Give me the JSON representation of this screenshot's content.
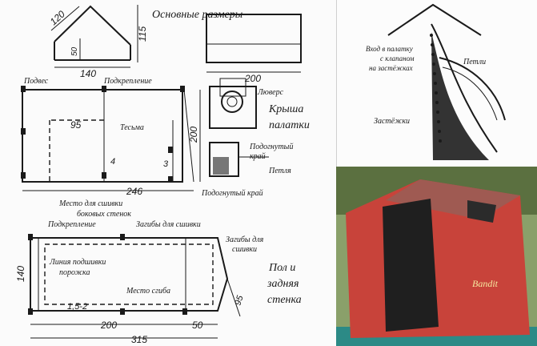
{
  "left_diagram": {
    "main_sizes_title": "Основные размеры",
    "dims": {
      "roof_slope": "120",
      "height": "115",
      "wall": "50",
      "width": "140",
      "length": "200",
      "side_246": "246",
      "side_95": "95",
      "side_200": "200",
      "gap_4": "4",
      "gap_3": "3",
      "floor_140": "140",
      "seam": "1,5-2",
      "floor_200": "200",
      "floor_315": "315",
      "floor_50": "50",
      "floor_95": "95"
    },
    "labels": {
      "podves": "Подвес",
      "podkreplenie": "Подкрепление",
      "lyuvers": "Люверс",
      "tesma": "Тесьма",
      "roof_line1": "Крыша",
      "roof_line2": "палатки",
      "podognuty_kray_1a": "Подогнутый",
      "podognuty_kray_1b": "край",
      "petlya": "Петля",
      "podognuty_kray_2": "Подогнутый край",
      "mesto_sshivki_a": "Место для сшивки",
      "mesto_sshivki_b": "боковых стенок",
      "podkreplenie_2": "Подкрепление",
      "zagiby_1": "Загибы для сшивки",
      "zagiby_2a": "Загибы для",
      "zagiby_2b": "сшивки",
      "liniya_a": "Линия подшивки",
      "liniya_b": "порожка",
      "mesto_sgiba": "Место сгиба",
      "pol_a": "Пол и",
      "pol_b": "задняя",
      "pol_c": "стенка"
    }
  },
  "right_top_diagram": {
    "entry_label_1": "Вход в палатку",
    "entry_label_2": "с клапаном",
    "entry_label_3": "на застёжках",
    "petli": "Петли",
    "zastezhki": "Застёжки"
  },
  "photo": {
    "brand_text": "Bandit"
  }
}
